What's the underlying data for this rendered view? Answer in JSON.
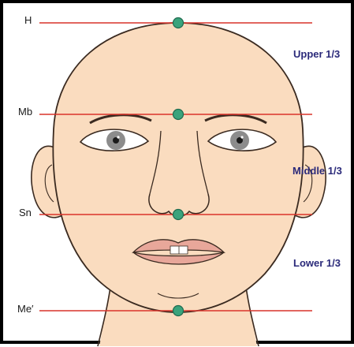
{
  "landmarks": {
    "h": "H",
    "mb": "Mb",
    "sn": "Sn",
    "me": "Me′"
  },
  "zones": {
    "upper": "Upper 1/3",
    "middle": "Middle 1/3",
    "lower": "Lower 1/3"
  },
  "colors": {
    "skin": "#fadcbf",
    "outline": "#3a2a20",
    "line": "#d9332a",
    "point": "#3aa37c",
    "label": "#2b2a7a",
    "iris": "#8c8c8c"
  },
  "icons": {
    "point": "circle-marker"
  }
}
